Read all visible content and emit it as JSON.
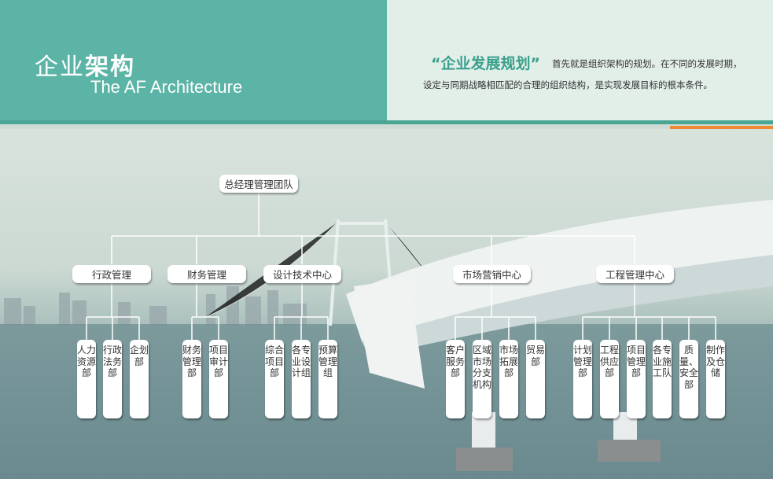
{
  "header": {
    "title_cn_light": "企业",
    "title_cn_bold": "架构",
    "title_en": "The AF Architecture",
    "quote": "“企业发展规划”",
    "desc_line1": "首先就是组织架构的规划。在不同的发展时期，",
    "desc_line2": "设定与同期战略相匹配的合理的组织结构，是实现发展目标的根本条件。"
  },
  "org": {
    "root": "总经理管理团队",
    "centers": [
      "行政管理",
      "财务管理",
      "设计技术中心",
      "市场营销中心",
      "工程管理中心"
    ],
    "departments": [
      "人力资源部",
      "行政法务部",
      "企划部",
      "财务管理部",
      "项目审计部",
      "综合项目部",
      "各专业设计组",
      "预算管理组",
      "客户服务部",
      "区域市场分支机构",
      "市场拓展部",
      "贸易部",
      "计划管理部",
      "工程供应部",
      "项目管理部",
      "各专业施工队",
      "质量、安全部",
      "制作及仓储"
    ]
  }
}
